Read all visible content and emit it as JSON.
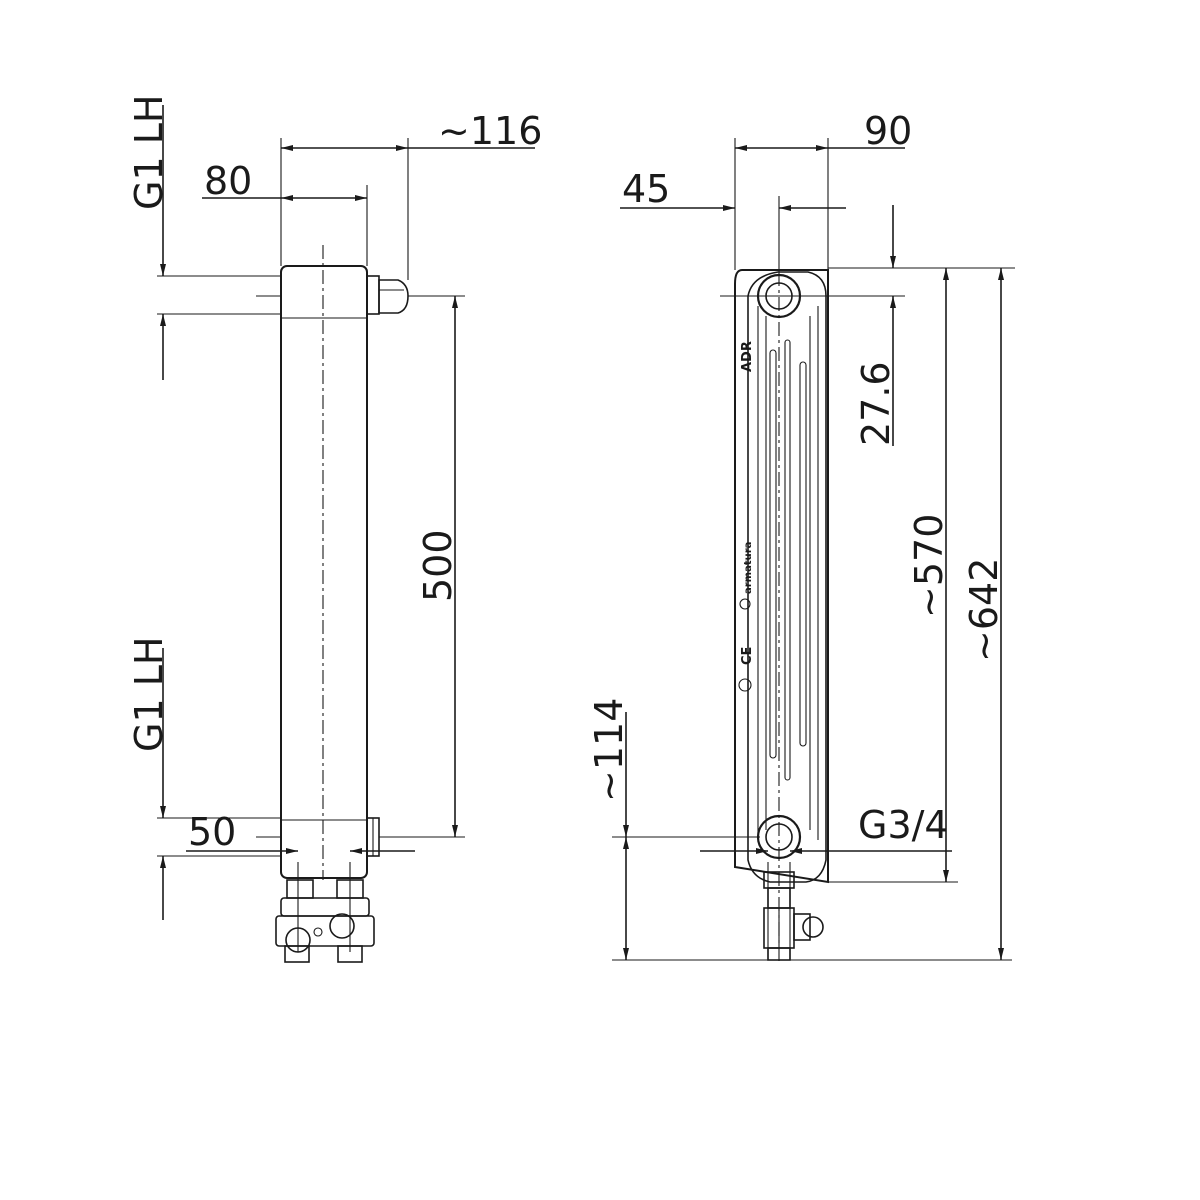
{
  "side_view": {
    "dim_top_depth": "~116",
    "dim_width": "80",
    "connection_top": "G1  LH",
    "connection_bottom": "G1  LH",
    "dim_center_distance": "500",
    "dim_valve_spacing": "50"
  },
  "front_view": {
    "dim_section_width": "90",
    "dim_half_width": "45",
    "dim_top_offset": "27.6",
    "dim_body_height": "~570",
    "dim_total_height": "~642",
    "dim_bottom_offset": "~114",
    "valve_thread": "G3/4",
    "brand_label": "ADR",
    "manufacturer_label": "armatura",
    "ce_mark": "CE"
  }
}
